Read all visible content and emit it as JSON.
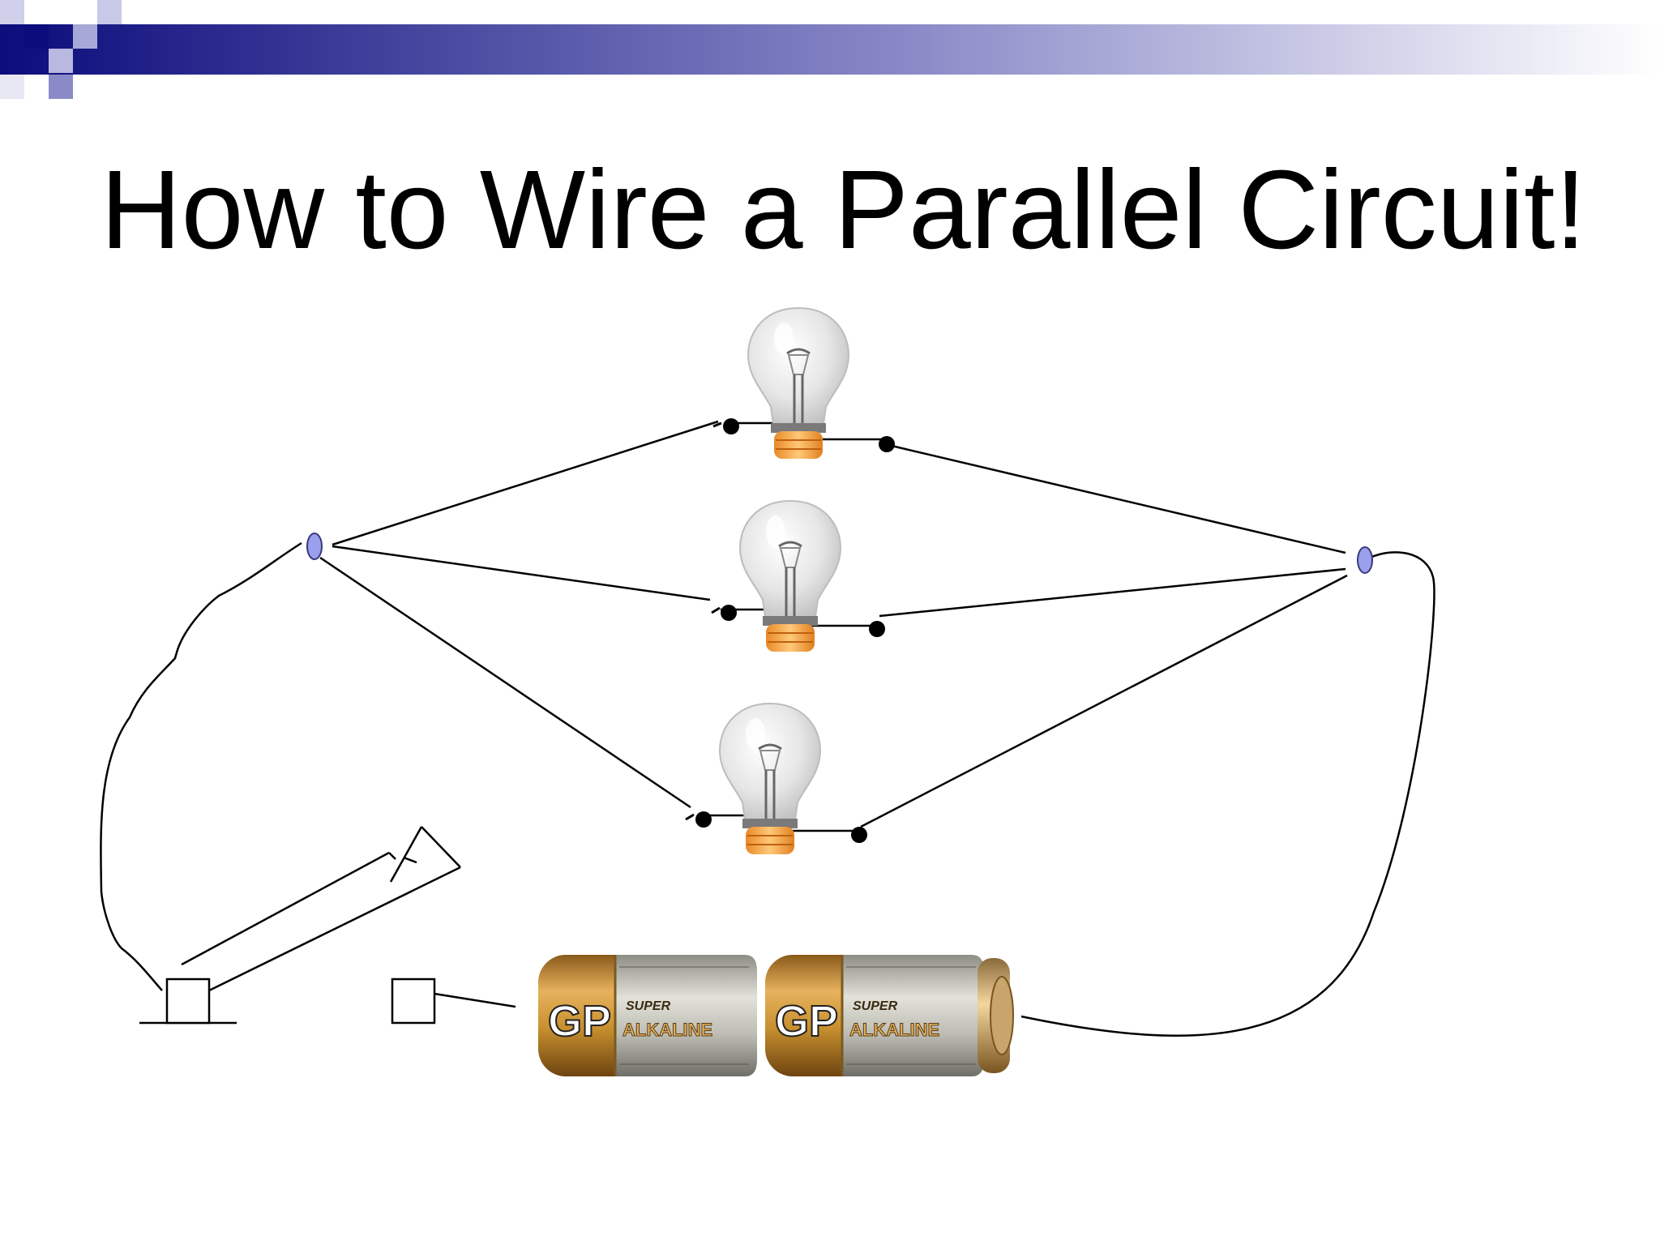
{
  "slide": {
    "title": "How to Wire a Parallel Circuit!"
  },
  "theme": {
    "header_gradient_start": "#0c0c7c",
    "header_gradient_end": "#ffffff",
    "node_fill": "#9aa0ee",
    "bulb_base_color": "#f0a040",
    "battery_gold": "#c8902f",
    "battery_silver": "#c9c9c1"
  },
  "diagram": {
    "components": {
      "bulbs": 3,
      "batteries": 2,
      "switches": 1
    },
    "battery_labels": {
      "brand": "GP",
      "super": "SUPER",
      "type": "ALKALINE"
    }
  }
}
